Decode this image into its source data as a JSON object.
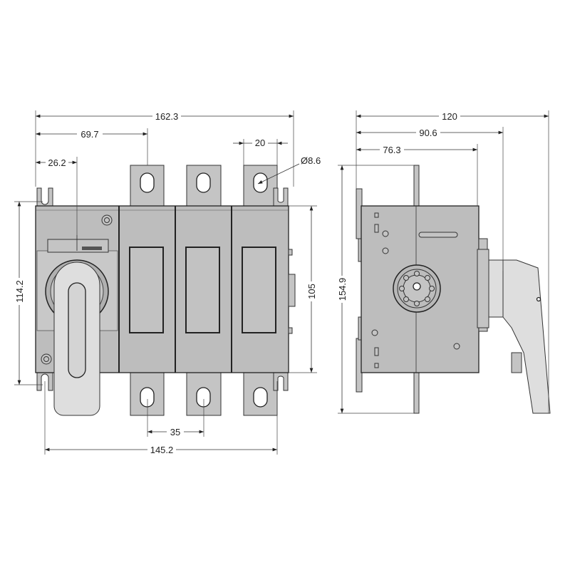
{
  "dimensions": {
    "front": {
      "overall_width": "162.3",
      "handle_center": "69.7",
      "left_offset": "26.2",
      "terminal_width": "20",
      "hole_diameter": "Ø8.6",
      "mounting_height": "114.2",
      "body_height": "105",
      "pole_pitch": "35",
      "mounting_width": "145.2"
    },
    "side": {
      "overall_depth": "120",
      "handle_depth": "90.6",
      "body_depth": "76.3",
      "overall_height": "154.9"
    }
  },
  "colors": {
    "body": "#bdbdbd",
    "handle": "#dedede",
    "line": "#222222"
  }
}
